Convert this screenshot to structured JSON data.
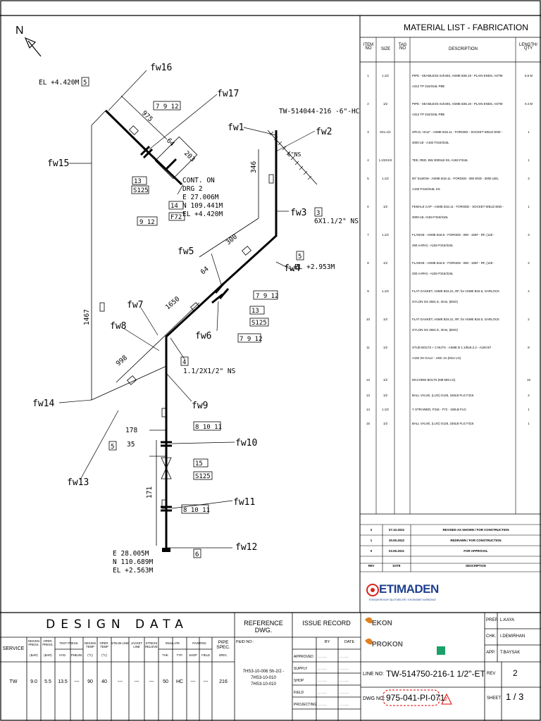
{
  "drawing": {
    "north_label": "N",
    "el_top": "EL +4.420M",
    "line_tag": "TW-514044-216 -6\"-HC",
    "cont_note": [
      "CONT. ON",
      "DRG 2",
      "E 27.006M",
      "N 109.441M",
      "EL +4.420M"
    ],
    "end_note": [
      "E 28.005M",
      "N 110.689M",
      "EL +2.563M"
    ],
    "el_mid": "EL +2.953M",
    "ns_note_1": "6X1.1/2\" NS",
    "ns_note_2": "1.1/2X1/2\" NS",
    "ns_note_3": "6\"NS",
    "fw_labels": {
      "fw1": "fw1",
      "fw2": "fw2",
      "fw3": "fw3",
      "fw4": "fw4",
      "fw5": "fw5",
      "fw6": "fw6",
      "fw7": "fw7",
      "fw8": "fw8",
      "fw9": "fw9",
      "fw10": "fw10",
      "fw11": "fw11",
      "fw12": "fw12",
      "fw13": "fw13",
      "fw14": "fw14",
      "fw15": "fw15",
      "fw16": "fw16",
      "fw17": "fw17"
    },
    "dims": {
      "d975": "975",
      "d64a": "64",
      "d203": "203",
      "d346": "346",
      "d300": "300",
      "d64b": "64",
      "d1650": "1650",
      "d998": "998",
      "d178": "178",
      "d35": "35",
      "d171": "171",
      "d1467": "1467"
    },
    "tags": {
      "t5a": "5",
      "t3": "3",
      "t5b": "5",
      "t4": "4",
      "t5c": "5",
      "t6": "6",
      "t13a": "13",
      "t14": "14",
      "t13b": "13",
      "t15": "15",
      "s125a": "S125",
      "s125b": "S125",
      "s125c": "S125",
      "f72": "F72",
      "q912a": "7 9 12",
      "q912b": "9 12",
      "q912c": "7 9 12",
      "q912d": "7 9 12",
      "q81011a": "8 10 11",
      "q81011b": "8 10 11"
    }
  },
  "material_list": {
    "title": "MATERIAL LIST - FABRICATION",
    "headers": {
      "item": "ITEM NO",
      "size": "SIZE",
      "tag": "TAG NO",
      "desc": "DESCRIPTION",
      "qty": "LENGTH/ QTY"
    },
    "rows": [
      {
        "item": "1",
        "size": "1.1/2",
        "tag": "",
        "desc": [
          "PIPE - SEAMLESS Sch40S, ASME B36.19 - PLAIN ENDS, ASTM",
          "A312 TP 316/316L PBE"
        ],
        "qty": "5.5 M"
      },
      {
        "item": "2",
        "size": "1/2",
        "tag": "",
        "desc": [
          "PIPE - SEAMLESS Sch40S, ASME B36.19 - PLAIN ENDS, ASTM",
          "A312 TP 316/316L PBE"
        ],
        "qty": "0.4 M"
      },
      {
        "item": "3",
        "size": "6X1.1/2",
        "tag": "",
        "desc": [
          "OPLG, HALF - ASME B16.11 - FORGED - SOCKET WELD END -",
          "3000 LB - A182 F316/316L"
        ],
        "qty": "1"
      },
      {
        "item": "4",
        "size": "1.1/2X1/2",
        "tag": "",
        "desc": [
          "TEE, RED. BW 3000LB SS, A182-F316L"
        ],
        "qty": "1"
      },
      {
        "item": "5",
        "size": "1.1/2",
        "tag": "",
        "desc": [
          "90° ELBOW - ASME B16.11 - FORGED - BW END - 3000 LBS,",
          "A182-F316/316L SS"
        ],
        "qty": "3"
      },
      {
        "item": "6",
        "size": "1/2",
        "tag": "",
        "desc": [
          "FEMALE CAP - ASME B16.11 - FORGED - SOCKET WELD END -",
          "3000 LB, A182-F316/316L"
        ],
        "qty": "1"
      },
      {
        "item": "7",
        "size": "1.1/2",
        "tag": "",
        "desc": [
          "FLANGE - ASME B16.5 - FORGED - BW - 150# - RF, (125 -",
          "250 AARH) - A182-F316/316L"
        ],
        "qty": "3"
      },
      {
        "item": "8",
        "size": "1/2",
        "tag": "",
        "desc": [
          "FLANGE - ASME B16.5 - FORGED - BW - 150# - RF, (125 -",
          "250 AARH) - A182-F316/316L"
        ],
        "qty": "2"
      },
      {
        "item": "9",
        "size": "1.1/2",
        "tag": "",
        "desc": [
          "FLAT GASKET, ASME B16.21, RF, for ASME B16.5, GARLOCK",
          "GYLON GS 3501 E, 3mm, (BSO)"
        ],
        "qty": "4"
      },
      {
        "item": "10",
        "size": "1/2",
        "tag": "",
        "desc": [
          "FLAT GASKET, ASME B16.21, RF, for ASME B16.5, GARLOCK",
          "GYLON GS 3501 E, 3mm, (BSO)"
        ],
        "qty": "2"
      },
      {
        "item": "11",
        "size": "1/2",
        "tag": "",
        "desc": [
          "STUD BOLTS + 2 NUTS - ASME B 1.1/B18.2.2 - A193 B7",
          "A194 2H GALV - UNC 2A (M14 LG)"
        ],
        "qty": "8"
      },
      {
        "item": "12",
        "size": "1/2",
        "tag": "",
        "desc": [
          "MACHINE BOLTS (M8 MM LG)"
        ],
        "qty": "16"
      },
      {
        "item": "13",
        "size": "1/2",
        "tag": "",
        "desc": [
          "BALL VALVE, (LUG) S125, 150LB FLG F316"
        ],
        "qty": "2"
      },
      {
        "item": "14",
        "size": "1.1/2",
        "tag": "",
        "desc": [
          "Y STRAINER, F316 - F72 - 150LB FLG."
        ],
        "qty": "1"
      },
      {
        "item": "15",
        "size": "1/2",
        "tag": "",
        "desc": [
          "BALL VALVE, (LUG) S125, 150LB FLG F316"
        ],
        "qty": "1"
      }
    ]
  },
  "revisions": {
    "rows": [
      {
        "rev": "2",
        "date": "07.10.2022",
        "desc": "REVISED AS SHOWN / FOR CONSTRUCTION"
      },
      {
        "rev": "1",
        "date": "30.09.2022",
        "desc": "REDRAWN / FOR CONSTRUCTION"
      },
      {
        "rev": "0",
        "date": "02.05.2021",
        "desc": "FOR APPROVAL"
      }
    ],
    "header": {
      "rev": "REV",
      "date": "DATE",
      "desc": "DESCRIPTION"
    }
  },
  "logo": {
    "name": "ETIMADEN",
    "tagline": "ESKİŞEHİR BOR İŞLETMELERİ / EKONOMİK KARBONAT"
  },
  "design_data": {
    "title": "DESIGN DATA",
    "service_label": "SERVICE",
    "headers": {
      "design_press": "DESIGN PRESS.",
      "oper_press": "OPER. PRESS.",
      "test_press": "TEST PRESS.",
      "design_temp": "DESIGN TEMP",
      "oper_temp": "OPER. TEMP",
      "steam": "STEAM LINE",
      "jacket": "JACKET LINE",
      "stress": "STRESS RELIEVE",
      "insulate": "INSULATE",
      "painting": "PAINTING",
      "pipe_spec": "PIPE SPEC."
    },
    "sub": {
      "barg1": "(BAR)",
      "barg2": "(BAR)",
      "hyd": "HYD.",
      "pneum": "PNEUM.",
      "c1": "(°C)",
      "c2": "(°C)",
      "ins_th": "THK.",
      "ins_typ": "TYP.",
      "p_shop": "SHOP",
      "p_field": "FIELD",
      "pipe_spec_sub": "SPEC."
    },
    "values": {
      "service": "TW",
      "design_press": "9.0",
      "oper_press": "5.5",
      "hyd": "13.5",
      "pneum": "---",
      "design_temp": "90",
      "oper_temp": "40",
      "steam": "---",
      "jacket": "---",
      "stress": "---",
      "ins_th": "50",
      "ins_typ": "HC",
      "p_shop": "---",
      "p_field": "---",
      "pipe_spec": "216"
    }
  },
  "reference": {
    "title": "REFERENCE DWG.",
    "pid_label": "P&ID NO :",
    "lines": [
      "7HS3-10-006 Sh-2/2 -",
      "7HS3-10-010",
      "7HS3-10-010"
    ]
  },
  "issue_record": {
    "title": "ISSUE RECORD",
    "by": "BY",
    "date": "DATE",
    "rows": [
      "APPROVED",
      "SUPPLY",
      "SHOP",
      "FIELD",
      "PROJECTING"
    ],
    "dots": "............"
  },
  "title_block": {
    "ekon": "EKON",
    "prokon": "PROKON",
    "line_no_label": "LINE NO:",
    "line_no": "TW-514750-216-1 1/2\"-ET",
    "dwg_no_label": "DWG NO:",
    "dwg_no": "975-041-PI-071",
    "dwg_rev_mark": "2",
    "rev_label": "REV",
    "rev": "2",
    "sheet_label": "SHEET",
    "sheet": "1 / 3",
    "prep_label": "PREP.",
    "prep": "L.KAYA",
    "chk_label": "CHK.",
    "chk": "I.DEMIRHAN",
    "app_label": "APP.",
    "app": "T.BAYSAK"
  },
  "colors": {
    "line": "#000000",
    "red_mark": "#e00000",
    "eti_red": "#d7261e",
    "eti_blue": "#1f3f8f",
    "ekon_orange": "#e08020",
    "green_icon": "#1aa068"
  }
}
